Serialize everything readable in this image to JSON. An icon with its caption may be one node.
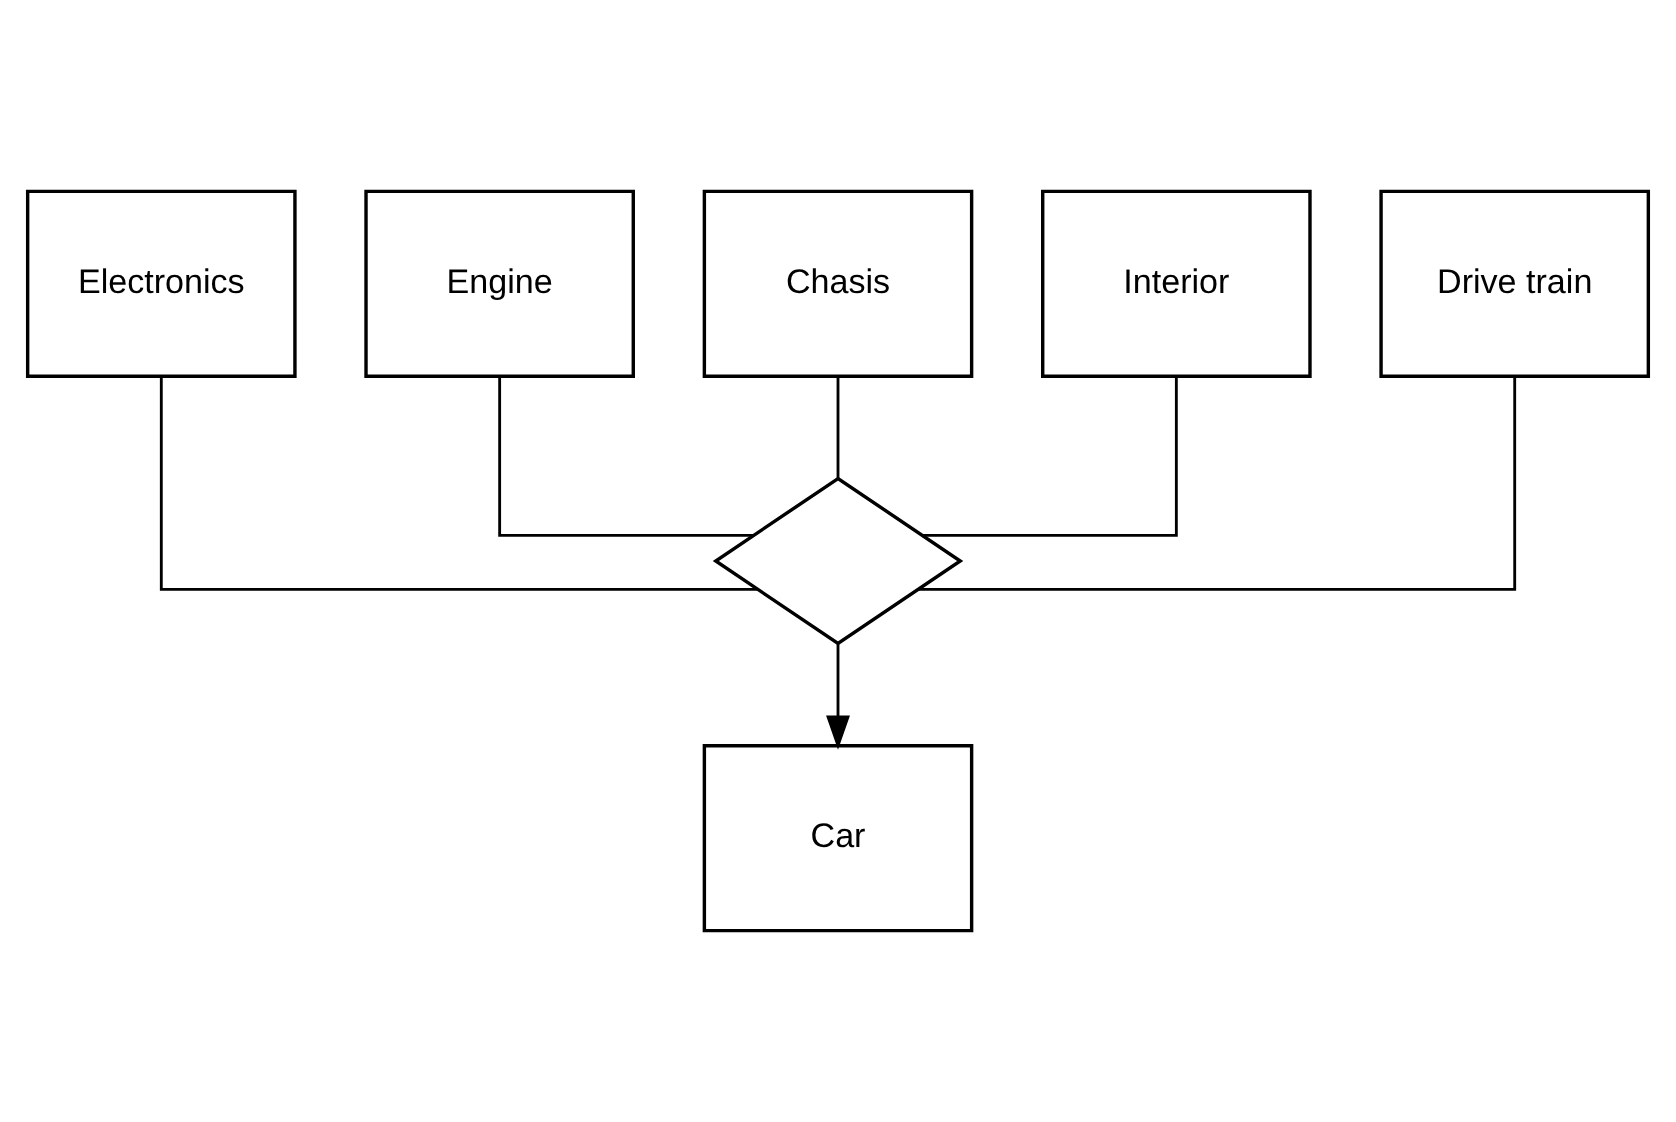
{
  "diagram": {
    "nodes": [
      {
        "text": [
          "Electronics"
        ]
      },
      {
        "text": [
          "Engine"
        ]
      },
      {
        "text": [
          "Chasis"
        ]
      },
      {
        "text": [
          "Interior"
        ]
      },
      {
        "text": [
          "Drive train"
        ]
      },
      {
        "text": [],
        "shape": "diamond"
      },
      {
        "text": [
          "Car"
        ]
      }
    ],
    "edges": [
      {
        "from": 0,
        "to": 5,
        "arrow": "none"
      },
      {
        "from": 1,
        "to": 5,
        "arrow": "none"
      },
      {
        "from": 2,
        "to": 5,
        "arrow": "none"
      },
      {
        "from": 3,
        "to": 5,
        "arrow": "none"
      },
      {
        "from": 4,
        "to": 5,
        "arrow": "none"
      },
      {
        "from": 5,
        "to": 6,
        "arrow": "to"
      }
    ]
  }
}
